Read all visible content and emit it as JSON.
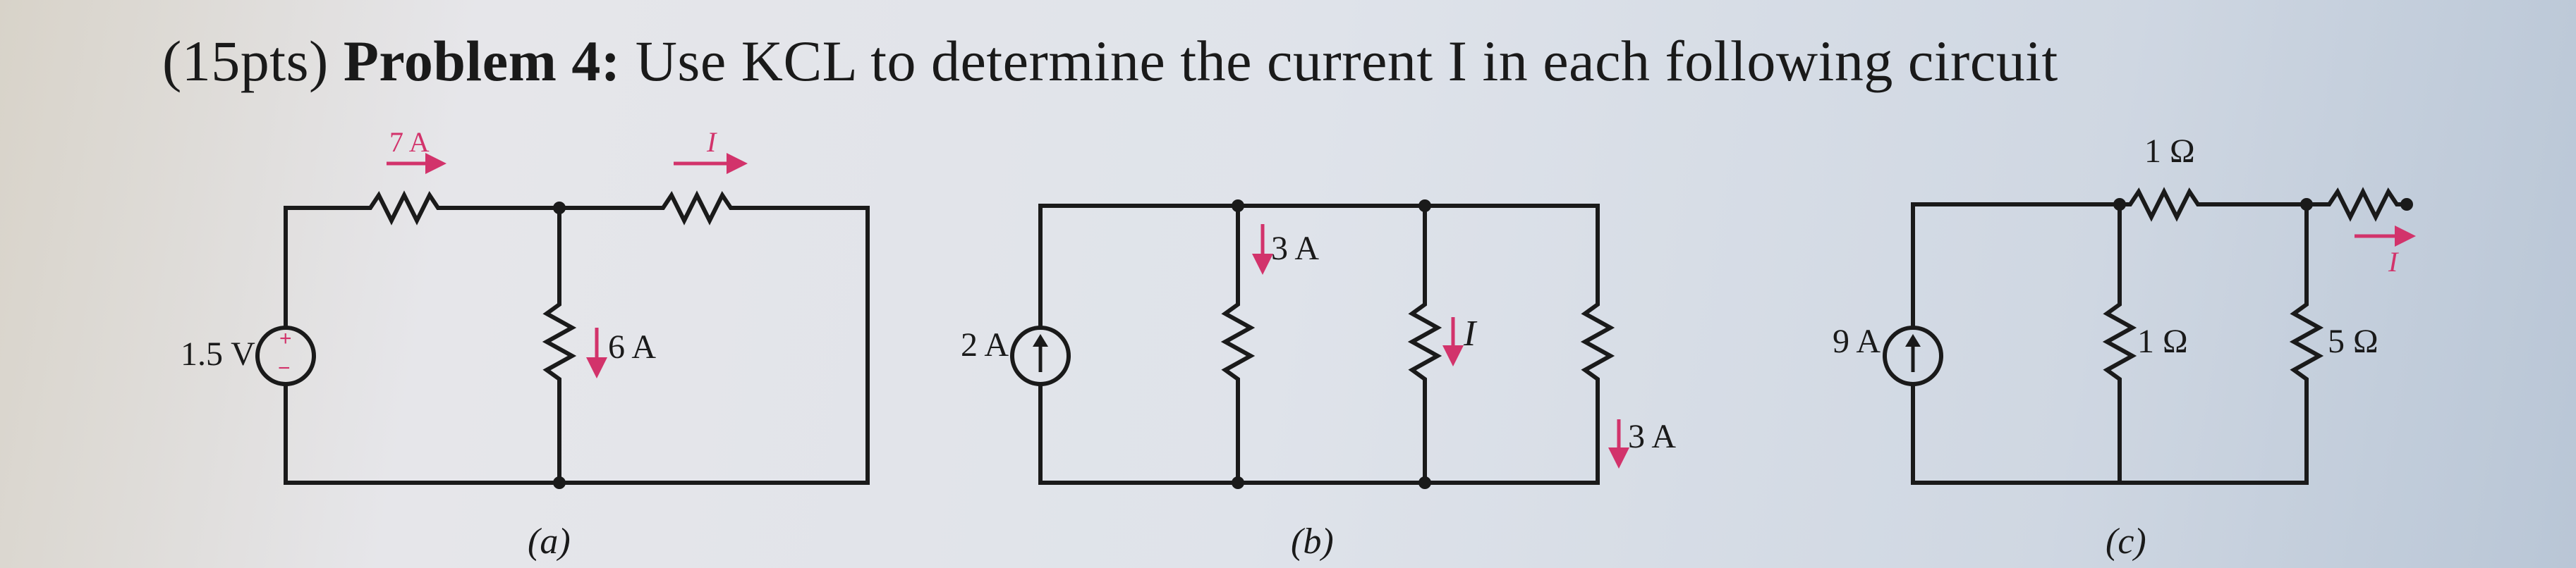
{
  "problem": {
    "points": "(15pts)",
    "heading": "Problem 4:",
    "text": "Use KCL to determine the current I in each following circuit"
  },
  "circuit_a": {
    "source_label": "1.5 V",
    "source_plus": "+",
    "source_minus": "−",
    "top_left_current": "7 A",
    "top_right_current": "I",
    "middle_current": "6 A",
    "caption": "(a)"
  },
  "circuit_b": {
    "source_label": "2 A",
    "branch1_current": "3 A",
    "branch2_current": "I",
    "branch3_current": "3 A",
    "caption": "(b)"
  },
  "circuit_c": {
    "source_label": "9 A",
    "top_resistor": "1 Ω",
    "middle_resistor": "1 Ω",
    "right_resistor": "5 Ω",
    "current": "I",
    "caption": "(c)"
  }
}
